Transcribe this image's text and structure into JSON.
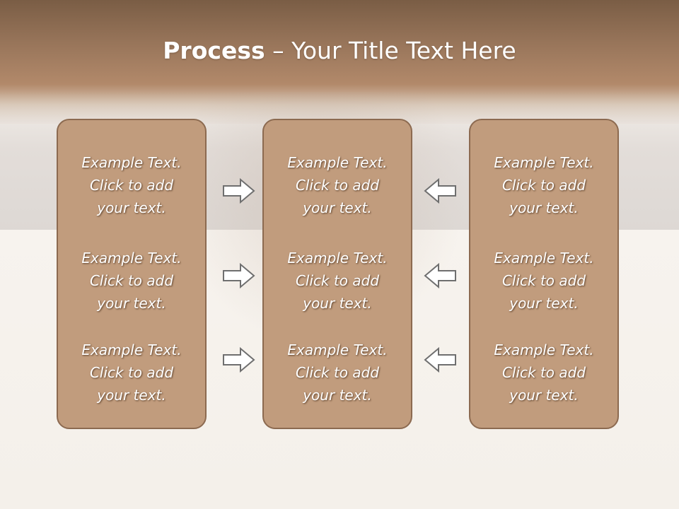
{
  "title": {
    "bold": "Process",
    "rest": " – Your Title Text Here"
  },
  "columns": [
    {
      "items": [
        {
          "line1": "Example Text.",
          "line2": "Click  to add",
          "line3": "your text."
        },
        {
          "line1": "Example Text.",
          "line2": "Click  to add",
          "line3": "your text."
        },
        {
          "line1": "Example Text.",
          "line2": "Click  to add",
          "line3": "your text."
        }
      ]
    },
    {
      "items": [
        {
          "line1": "Example Text.",
          "line2": "Click  to add",
          "line3": "your text."
        },
        {
          "line1": "Example Text.",
          "line2": "Click  to add",
          "line3": "your text."
        },
        {
          "line1": "Example Text.",
          "line2": "Click  to add",
          "line3": "your text."
        }
      ]
    },
    {
      "items": [
        {
          "line1": "Example Text.",
          "line2": "Click  to add",
          "line3": "your text."
        },
        {
          "line1": "Example Text.",
          "line2": "Click  to add",
          "line3": "your text."
        },
        {
          "line1": "Example Text.",
          "line2": "Click  to add",
          "line3": "your text."
        }
      ]
    }
  ],
  "arrows": {
    "left_group": "right-arrow-icon",
    "right_group": "left-arrow-icon"
  },
  "colors": {
    "box_fill": "#c19c7d",
    "box_border": "#8c6a50",
    "header": "#98755a",
    "arrow_stroke": "#6f6f6f"
  }
}
